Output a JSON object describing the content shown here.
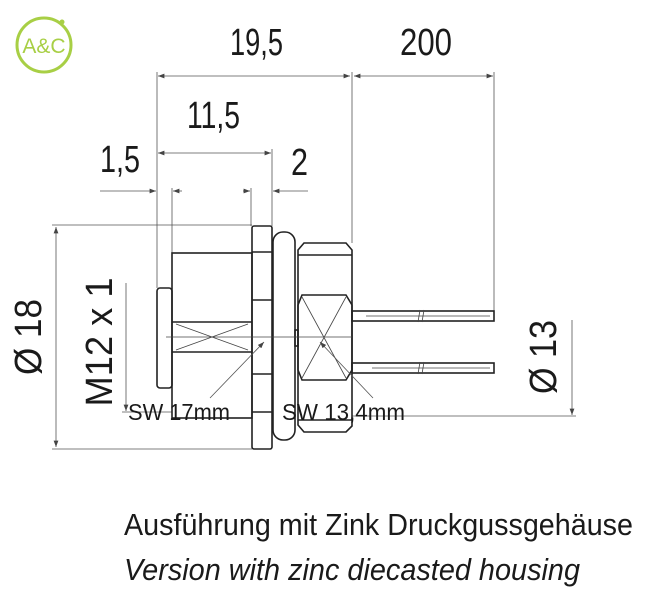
{
  "logo": {
    "text": "A&C",
    "color": "#a8cf45"
  },
  "dimensions": {
    "overall_length": "19,5",
    "cable_length": "200",
    "thread_length": "11,5",
    "front_step": "1,5",
    "flange": "2",
    "flange_diameter": "Ø 18",
    "thread": "M12 x 1",
    "rear_diameter": "Ø 13"
  },
  "labels": {
    "wrench_front": "SW 17mm",
    "wrench_rear": "SW 13,4mm"
  },
  "caption": {
    "german": "Ausführung mit Zink Druckgussgehäuse",
    "english": "Version with zinc diecasted housing"
  }
}
